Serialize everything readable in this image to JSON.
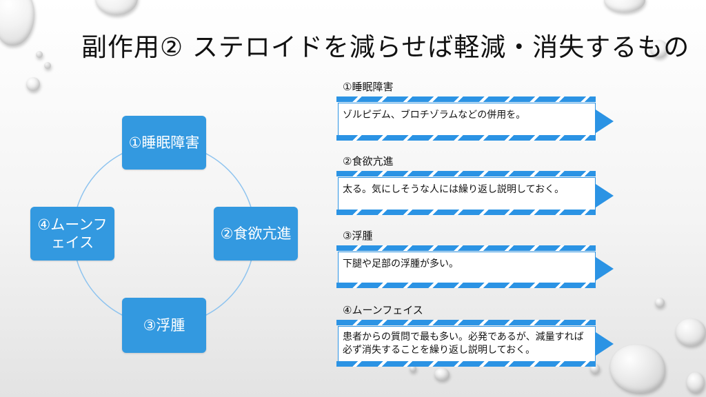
{
  "title": "副作用② ステロイドを減らせば軽減・消失するもの",
  "cycle_nodes": [
    {
      "label": "①睡眠障害"
    },
    {
      "label": "②食欲亢進"
    },
    {
      "label": "③浮腫"
    },
    {
      "label": "④ムーンフェイス"
    }
  ],
  "items": [
    {
      "heading": "①睡眠障害",
      "text": "ゾルピデム、ブロチゾラムなどの併用を。"
    },
    {
      "heading": "②食欲亢進",
      "text": "太る。気にしそうな人には繰り返し説明しておく。"
    },
    {
      "heading": "③浮腫",
      "text": "下腿や足部の浮腫が多い。"
    },
    {
      "heading": "④ムーンフェイス",
      "text": "患者からの質問で最も多い。必発であるが、減量すれば必ず消失することを繰り返し説明しておく。"
    }
  ],
  "colors": {
    "accent": "#2b93e4",
    "node": "#3399e0",
    "connector": "#8fc4ef"
  }
}
